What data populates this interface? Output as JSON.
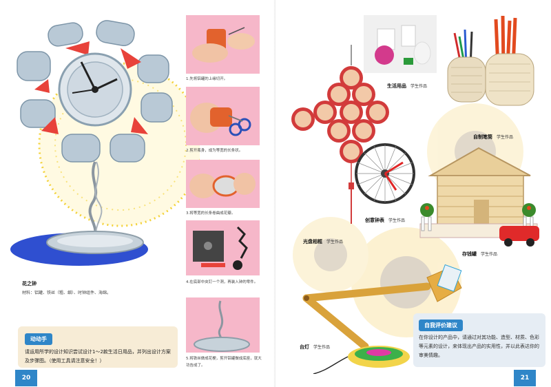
{
  "left_page": {
    "page_number": "20",
    "flower_clock": {
      "title": "花之钟",
      "materials": "材料：铝罐、铁丝（粗、细）、时钟组件、海绵。"
    },
    "steps": [
      {
        "text": "1.先将铝罐的上缘切开。"
      },
      {
        "text": "2.剪开瓶身，成为等宽的长条状。"
      },
      {
        "text": "3.将等宽的长条卷曲成花瓣。"
      },
      {
        "text": "4.在底部中央钉一个洞，再装入钟的零件。"
      },
      {
        "text": "5.将铁丝做成花梗，剪开铝罐做成底座，就大功告成了。"
      }
    ],
    "activity_box": {
      "title": "动动手",
      "text": "请运用所学的设计知识尝试设计1～2款生活日用品，并列出设计方案及步骤图。（使用工具请注意安全！）"
    }
  },
  "right_page": {
    "page_number": "21",
    "items": [
      {
        "name": "生活用品",
        "note": "学生作品"
      },
      {
        "name": "自制笔筒",
        "note": "学生作品"
      },
      {
        "name": "光盘相框",
        "note": "学生作品"
      },
      {
        "name": "创意钟表",
        "note": "学生作品"
      },
      {
        "name": "存钱罐",
        "note": "学生作品"
      },
      {
        "name": "台灯",
        "note": "学生作品"
      }
    ],
    "self_eval": {
      "title": "自我评价建议",
      "text": "在你设计的产品中，请通过对其功能、造型、材质、色彩等元素的设计，来体现出产品的实用性，并以此表达你的审美情趣。"
    }
  },
  "colors": {
    "accent_blue": "#2f86c8",
    "pink": "#f6b7c9",
    "box_bg": "#f7ecd6",
    "self_eval_bg": "#e6edf4"
  }
}
